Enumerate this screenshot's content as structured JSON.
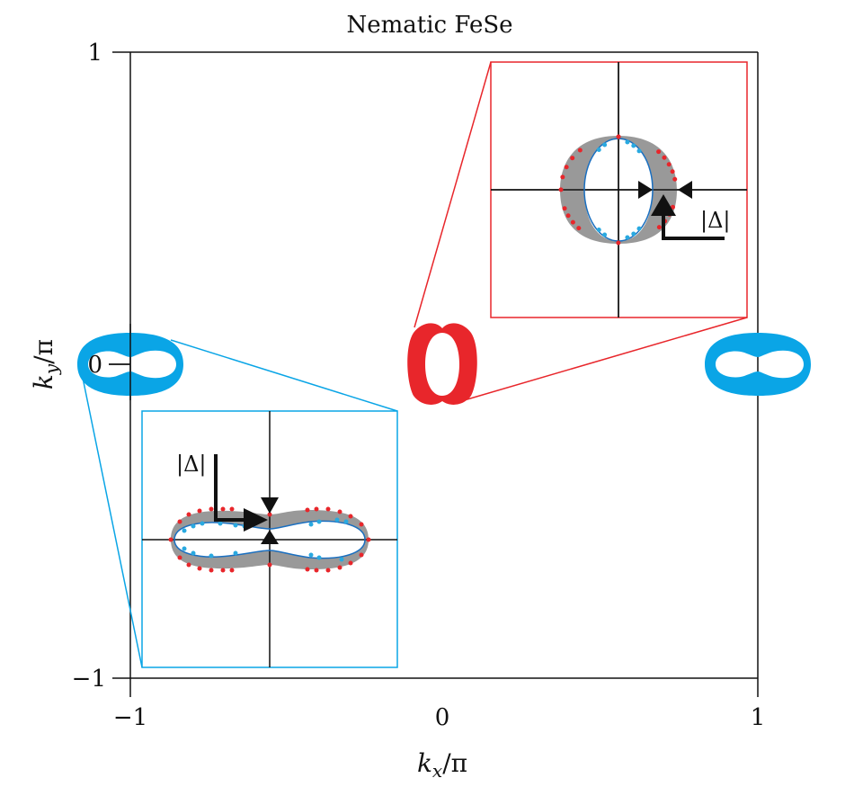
{
  "title": "Nematic FeSe",
  "x_axis": {
    "label_main": "k",
    "label_sub": "x",
    "label_tail": "/π",
    "ticks": [
      "−1",
      "0",
      "1"
    ]
  },
  "y_axis": {
    "label_main": "k",
    "label_sub": "y",
    "label_tail": "/π",
    "ticks": [
      "1",
      "0",
      "−1"
    ]
  },
  "insets": {
    "hole_pocket": {
      "gap_label": "|Δ|",
      "color": "#e8262b"
    },
    "electron_pocket": {
      "gap_label": "|Δ|",
      "color": "#0aa5e6"
    }
  },
  "colors": {
    "gap_band": "#999999",
    "fermi_line": "#1a6fc0",
    "data_red": "#e8262b",
    "data_blue": "#29a9e0"
  }
}
